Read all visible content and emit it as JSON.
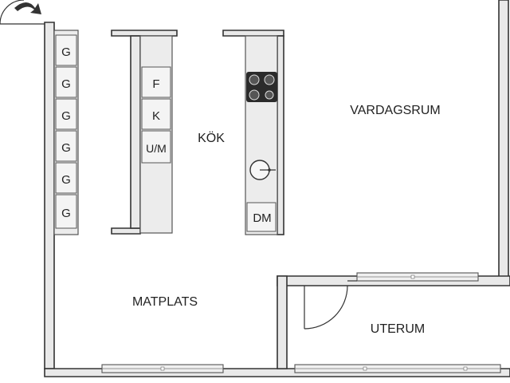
{
  "rooms": {
    "living": "VARDAGSRUM",
    "kitchen": "KÖK",
    "dining": "MATPLATS",
    "sunroom": "UTERUM"
  },
  "appliances": {
    "left_cabinets": [
      "G",
      "G",
      "G",
      "G",
      "G",
      "G"
    ],
    "fridge": "F",
    "freezer": "K",
    "oven_microwave": "U/M",
    "dishwasher": "DM"
  },
  "icons": [
    "entry-arrow-icon",
    "stove-icon",
    "sink-icon",
    "door-swing-icon"
  ],
  "colors": {
    "wall": "#333333",
    "fill": "#e9e9e9",
    "cooktop": "#333333"
  }
}
